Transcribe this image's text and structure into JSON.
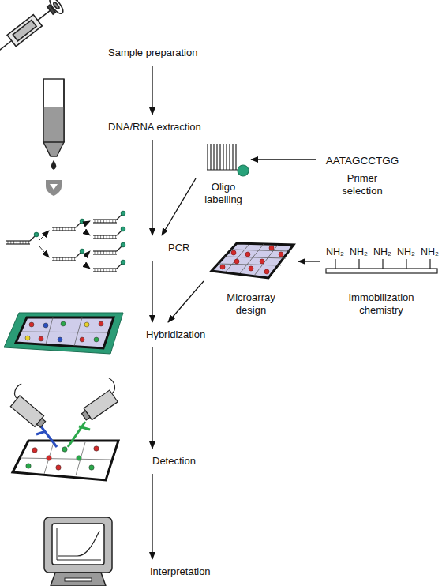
{
  "diagram": {
    "nodes": [
      {
        "text": [
          "Sample preparation"
        ]
      },
      {
        "text": [
          "DNA/RNA extraction"
        ]
      },
      {
        "text": [
          "Oligo labelling"
        ]
      },
      {
        "text": [
          "AATAGCCTGG",
          "Primer selection"
        ]
      },
      {
        "text": [
          "PCR"
        ]
      },
      {
        "text": [
          "Microarray design"
        ]
      },
      {
        "text": [
          "Immobilization chemistry"
        ]
      },
      {
        "text": [
          "Hybridization"
        ]
      },
      {
        "text": [
          "Detection"
        ]
      },
      {
        "text": [
          "Interpretation"
        ]
      }
    ],
    "edges": [
      {
        "from": 0,
        "to": 1,
        "arrow": "to"
      },
      {
        "from": 1,
        "to": 4,
        "arrow": "to"
      },
      {
        "from": 3,
        "to": 2,
        "arrow": "to"
      },
      {
        "from": 2,
        "to": 4,
        "arrow": "to"
      },
      {
        "from": 4,
        "to": 7,
        "arrow": "to"
      },
      {
        "from": 6,
        "to": 5,
        "arrow": "to"
      },
      {
        "from": 5,
        "to": 7,
        "arrow": "to"
      },
      {
        "from": 7,
        "to": 8,
        "arrow": "to"
      },
      {
        "from": 8,
        "to": 9,
        "arrow": "to"
      }
    ],
    "labels": [
      "NH₂",
      "NH₂",
      "NH₂",
      "NH₂",
      "NH₂"
    ]
  }
}
